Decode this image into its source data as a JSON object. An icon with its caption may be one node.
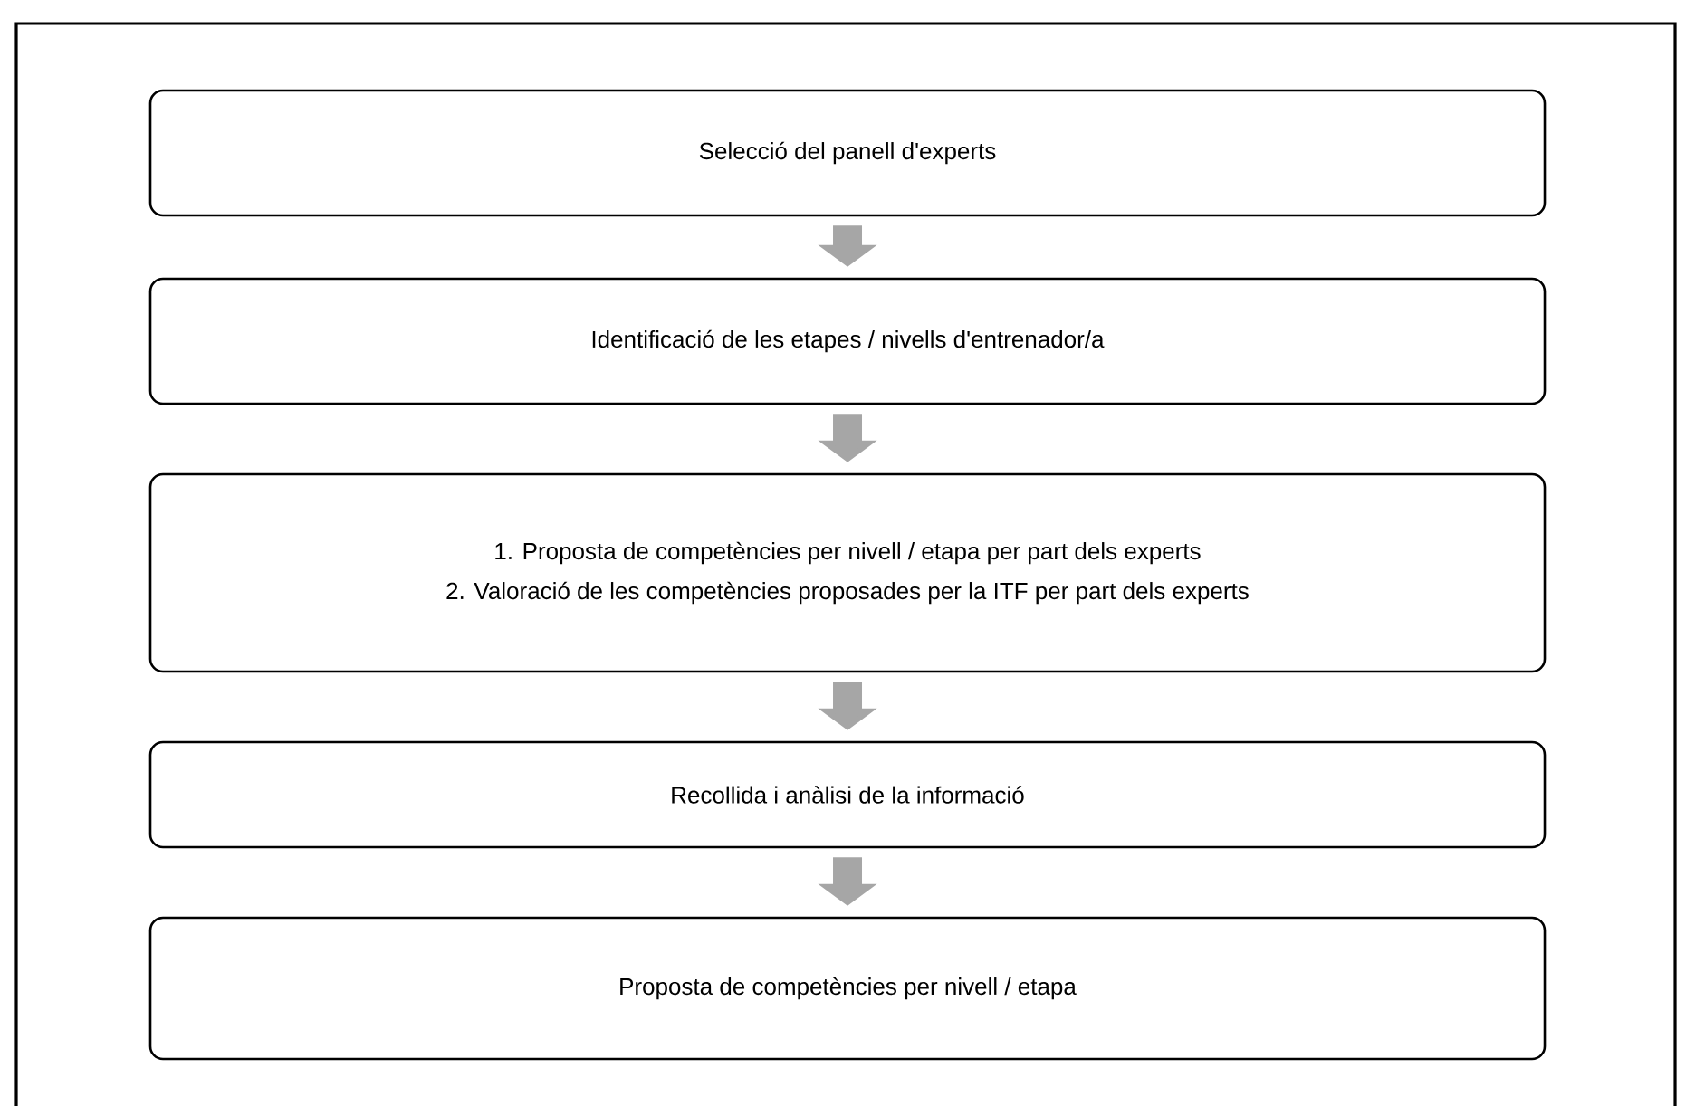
{
  "diagram": {
    "nodes": [
      {
        "text": [
          "Selecció del panell d'experts"
        ]
      },
      {
        "text": [
          "Identificació de les etapes / nivells d'entrenador/a"
        ]
      },
      {
        "text": [
          "1. Proposta de competències per nivell / etapa per part dels experts",
          "2. Valoració de les competències proposades per la ITF per part dels experts"
        ]
      },
      {
        "text": [
          "Recollida i anàlisi de la informació"
        ]
      },
      {
        "text": [
          "Proposta de competències per nivell / etapa"
        ]
      }
    ],
    "edges": [
      {
        "from": 0,
        "to": 1,
        "arrow": "to",
        "color": "#a6a6a6"
      },
      {
        "from": 1,
        "to": 2,
        "arrow": "to",
        "color": "#a6a6a6"
      },
      {
        "from": 2,
        "to": 3,
        "arrow": "to",
        "color": "#a6a6a6"
      },
      {
        "from": 3,
        "to": 4,
        "arrow": "to",
        "color": "#a6a6a6"
      }
    ]
  }
}
